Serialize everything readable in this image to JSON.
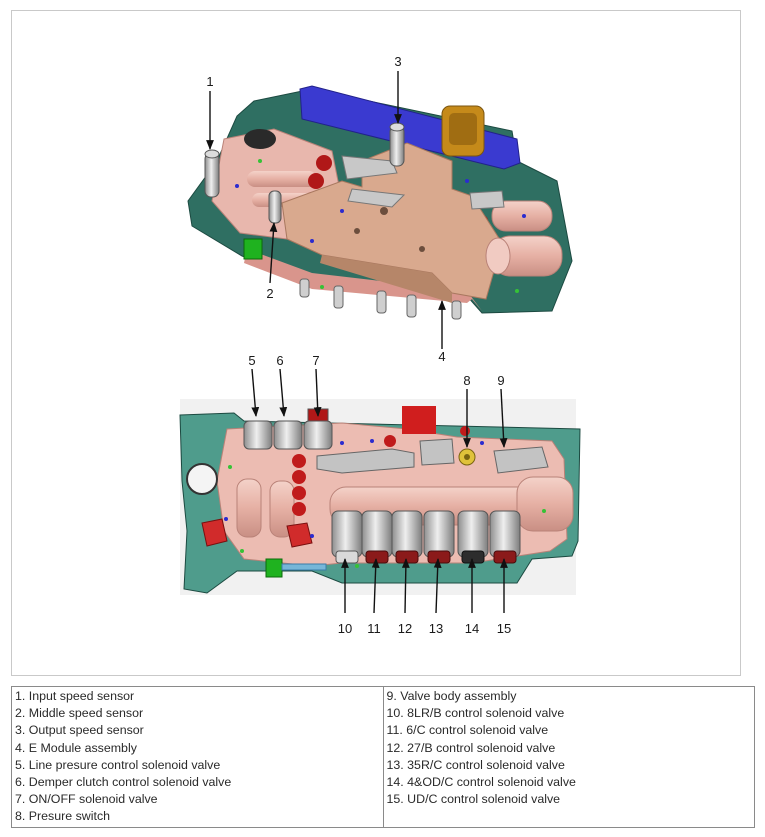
{
  "callouts": {
    "c1": "1",
    "c2": "2",
    "c3": "3",
    "c4": "4",
    "c5": "5",
    "c6": "6",
    "c7": "7",
    "c8": "8",
    "c9": "9",
    "c10": "10",
    "c11": "11",
    "c12": "12",
    "c13": "13",
    "c14": "14",
    "c15": "15"
  },
  "legend": {
    "left": [
      "1. Input speed sensor",
      "2. Middle speed sensor",
      "3. Output speed sensor",
      "4. E Module assembly",
      "5. Line presure control solenoid valve",
      "6. Demper clutch control solenoid valve",
      "7. ON/OFF solenoid valve",
      "8. Presure switch"
    ],
    "right": [
      "9. Valve body assembly",
      "10. 8LR/B control solenoid valve",
      "11. 6/C control solenoid valve",
      "12. 27/B control solenoid valve",
      "13. 35R/C control solenoid valve",
      "14. 4&OD/C control solenoid valve",
      "15. UD/C control solenoid valve"
    ]
  },
  "colors": {
    "plate_green": "#2f6f62",
    "body_pink": "#e8b7ad",
    "module_tan": "#d9a98e",
    "solenoid_red": "#b01818",
    "accent_blue": "#3a3ad0",
    "connector_gold": "#c58a1a"
  }
}
